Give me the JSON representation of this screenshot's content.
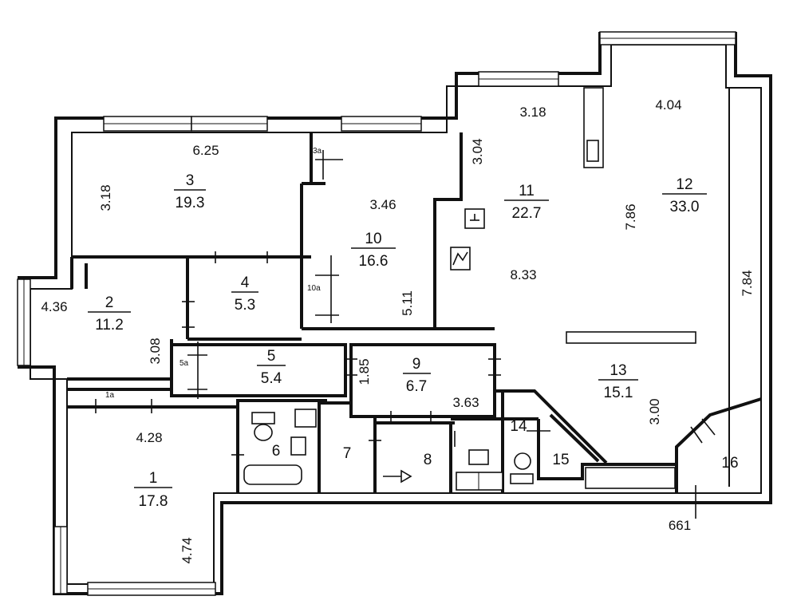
{
  "rooms": [
    {
      "id": "1",
      "number": "1",
      "area": "17.8"
    },
    {
      "id": "2",
      "number": "2",
      "area": "11.2"
    },
    {
      "id": "3",
      "number": "3",
      "area": "19.3"
    },
    {
      "id": "4",
      "number": "4",
      "area": "5.3"
    },
    {
      "id": "5",
      "number": "5",
      "area": "5.4"
    },
    {
      "id": "6",
      "number": "6"
    },
    {
      "id": "7",
      "number": "7"
    },
    {
      "id": "8",
      "number": "8"
    },
    {
      "id": "9",
      "number": "9",
      "area": "6.7"
    },
    {
      "id": "10",
      "number": "10",
      "area": "16.6"
    },
    {
      "id": "11",
      "number": "11",
      "area": "22.7"
    },
    {
      "id": "12",
      "number": "12",
      "area": "33.0"
    },
    {
      "id": "13",
      "number": "13",
      "area": "15.1"
    },
    {
      "id": "14",
      "number": "14"
    },
    {
      "id": "15",
      "number": "15"
    },
    {
      "id": "16",
      "number": "16"
    }
  ],
  "sub_labels": {
    "r1a": "1a",
    "r5a": "5a",
    "r10a": "10a",
    "r3a": "3a"
  },
  "dimensions": [
    "6.25",
    "3.18",
    "3.46",
    "3.18",
    "4.04",
    "3.04",
    "7.86",
    "8.33",
    "7.84",
    "4.36",
    "3.08",
    "5.11",
    "1.85",
    "3.63",
    "3.00",
    "4.28",
    "4.74",
    "661"
  ]
}
